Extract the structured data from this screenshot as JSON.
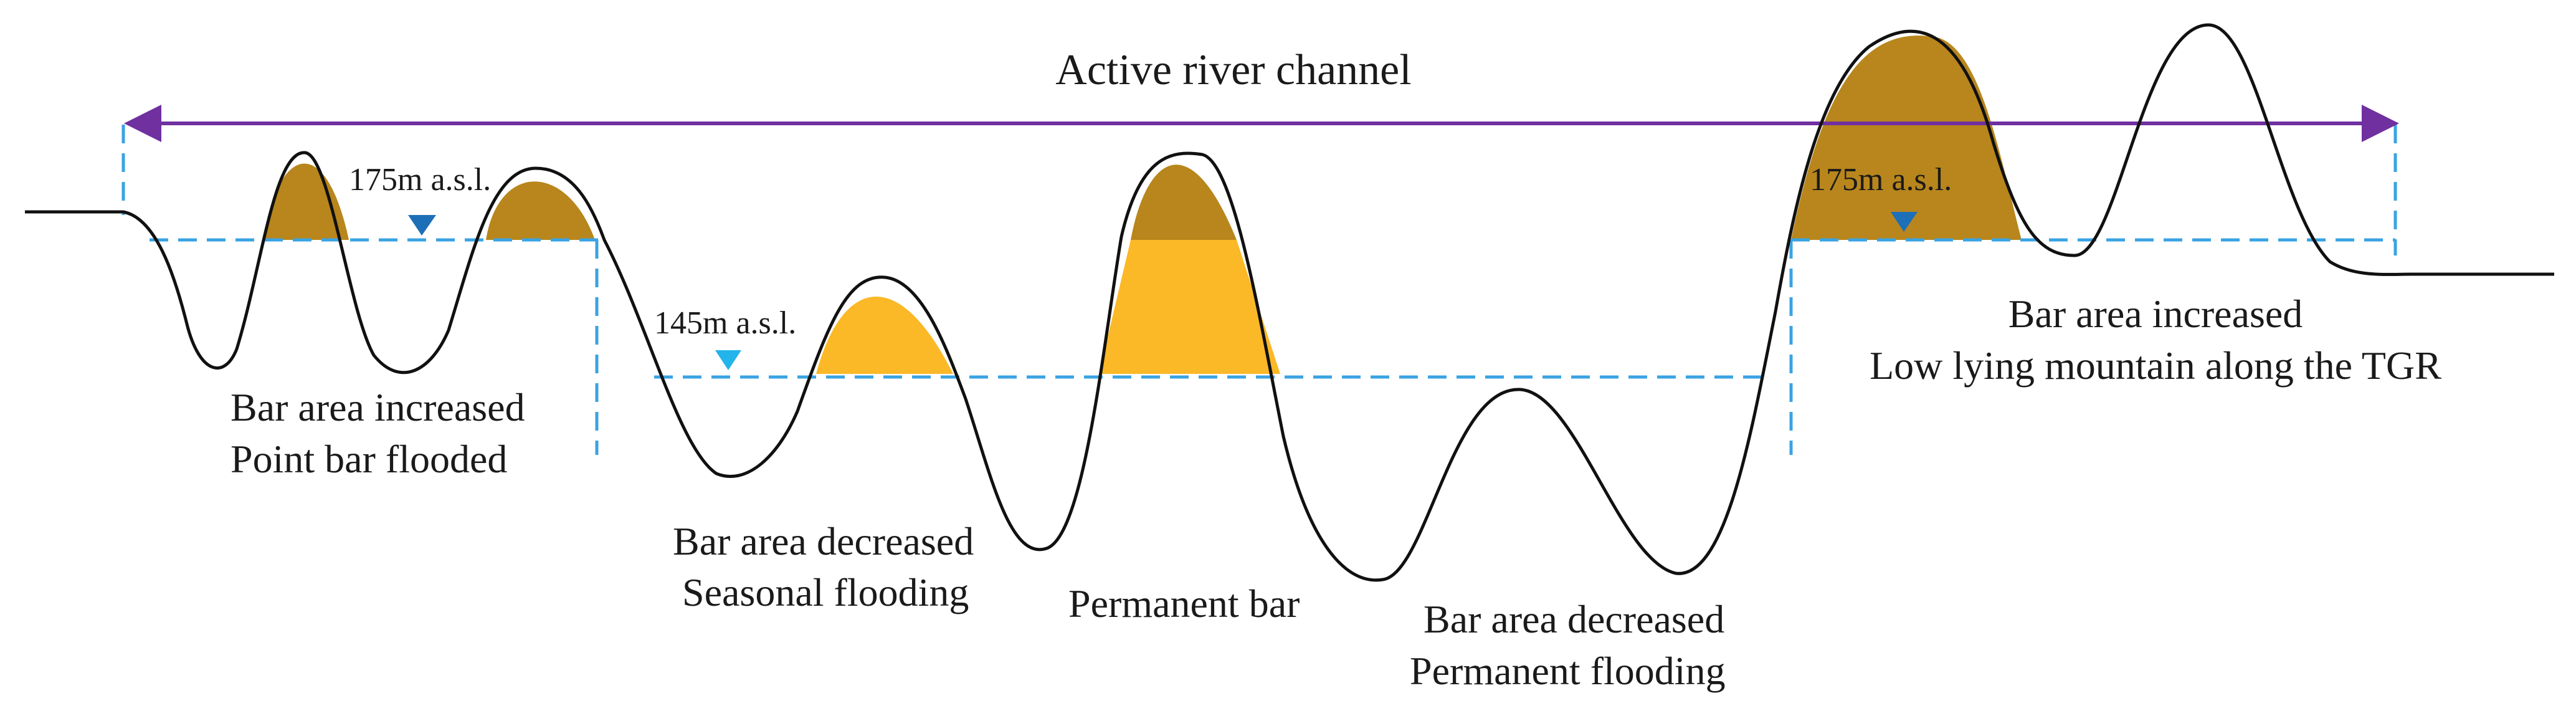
{
  "title": "Active river channel",
  "water_levels": [
    {
      "label": "175m a.s.l.",
      "marker_color": "#1d6fb8"
    },
    {
      "label": "145m a.s.l.",
      "marker_color": "#22b4ea"
    },
    {
      "label": "175m a.s.l.",
      "marker_color": "#1d6fb8"
    }
  ],
  "annotations": {
    "group1": {
      "line1": "Bar area increased",
      "line2": "Point bar flooded"
    },
    "group2": {
      "line1": "Bar area decreased",
      "line2": "Seasonal flooding"
    },
    "group3": {
      "line1": "Permanent bar"
    },
    "group4": {
      "line1": "Bar area decreased",
      "line2": "Permanent flooding"
    },
    "group5": {
      "line1": "Bar area increased",
      "line2": "Low lying mountain along the TGR"
    }
  },
  "colors": {
    "bar_above_175": "#b8861c",
    "bar_145_to_175": "#fbb827",
    "arrow": "#7030a0",
    "dashed_line": "#3aa3e3",
    "profile": "#111111"
  }
}
